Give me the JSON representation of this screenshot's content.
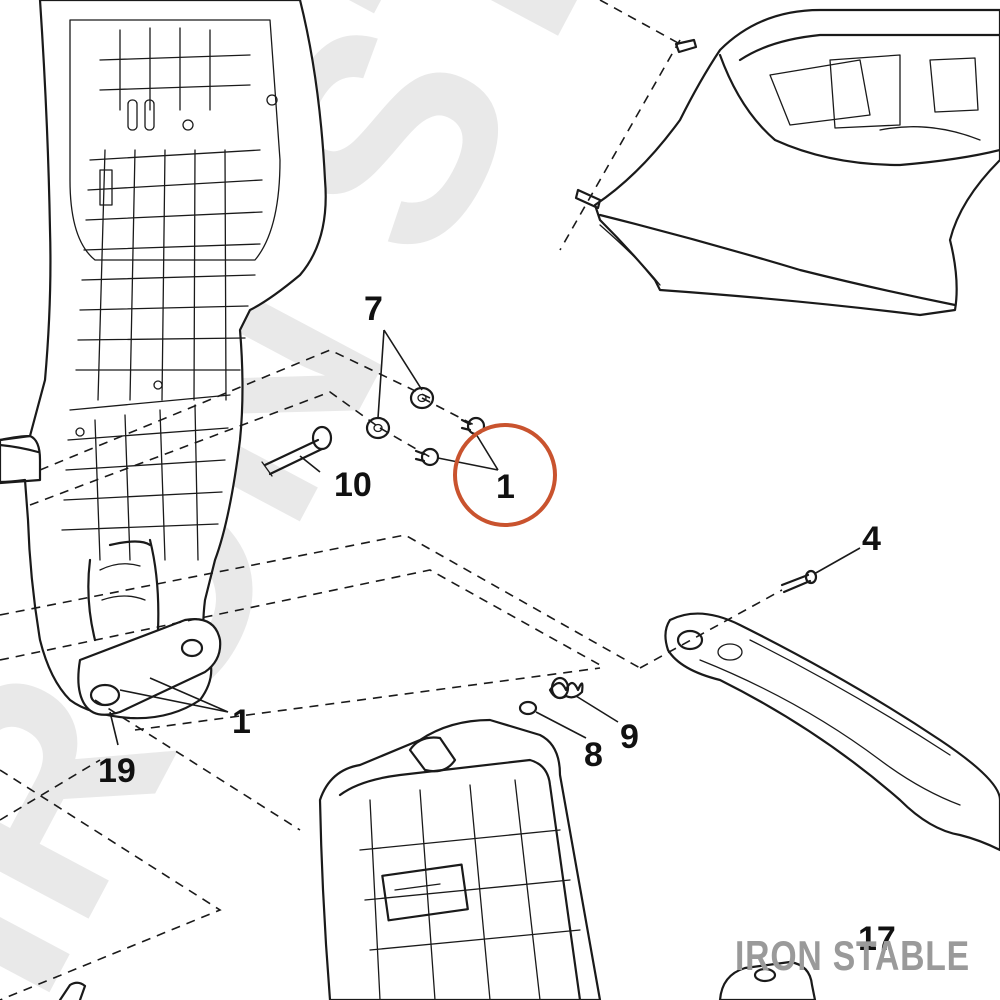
{
  "watermark": {
    "text": "IRON STABLE"
  },
  "brand": {
    "text": "IRON STABLE"
  },
  "callouts": [
    {
      "id": "7",
      "label": "7"
    },
    {
      "id": "1-highlighted",
      "label": "1"
    },
    {
      "id": "10",
      "label": "10"
    },
    {
      "id": "4",
      "label": "4"
    },
    {
      "id": "1-lower",
      "label": "1"
    },
    {
      "id": "19",
      "label": "19"
    },
    {
      "id": "9",
      "label": "9"
    },
    {
      "id": "8",
      "label": "8"
    },
    {
      "id": "17",
      "label": "17"
    }
  ],
  "highlight": {
    "target": "1-highlighted",
    "color": "#c9532e"
  },
  "colors": {
    "line": "#1a1a1a",
    "watermark": "#e9e9e9",
    "brand": "#9a9a9a"
  }
}
